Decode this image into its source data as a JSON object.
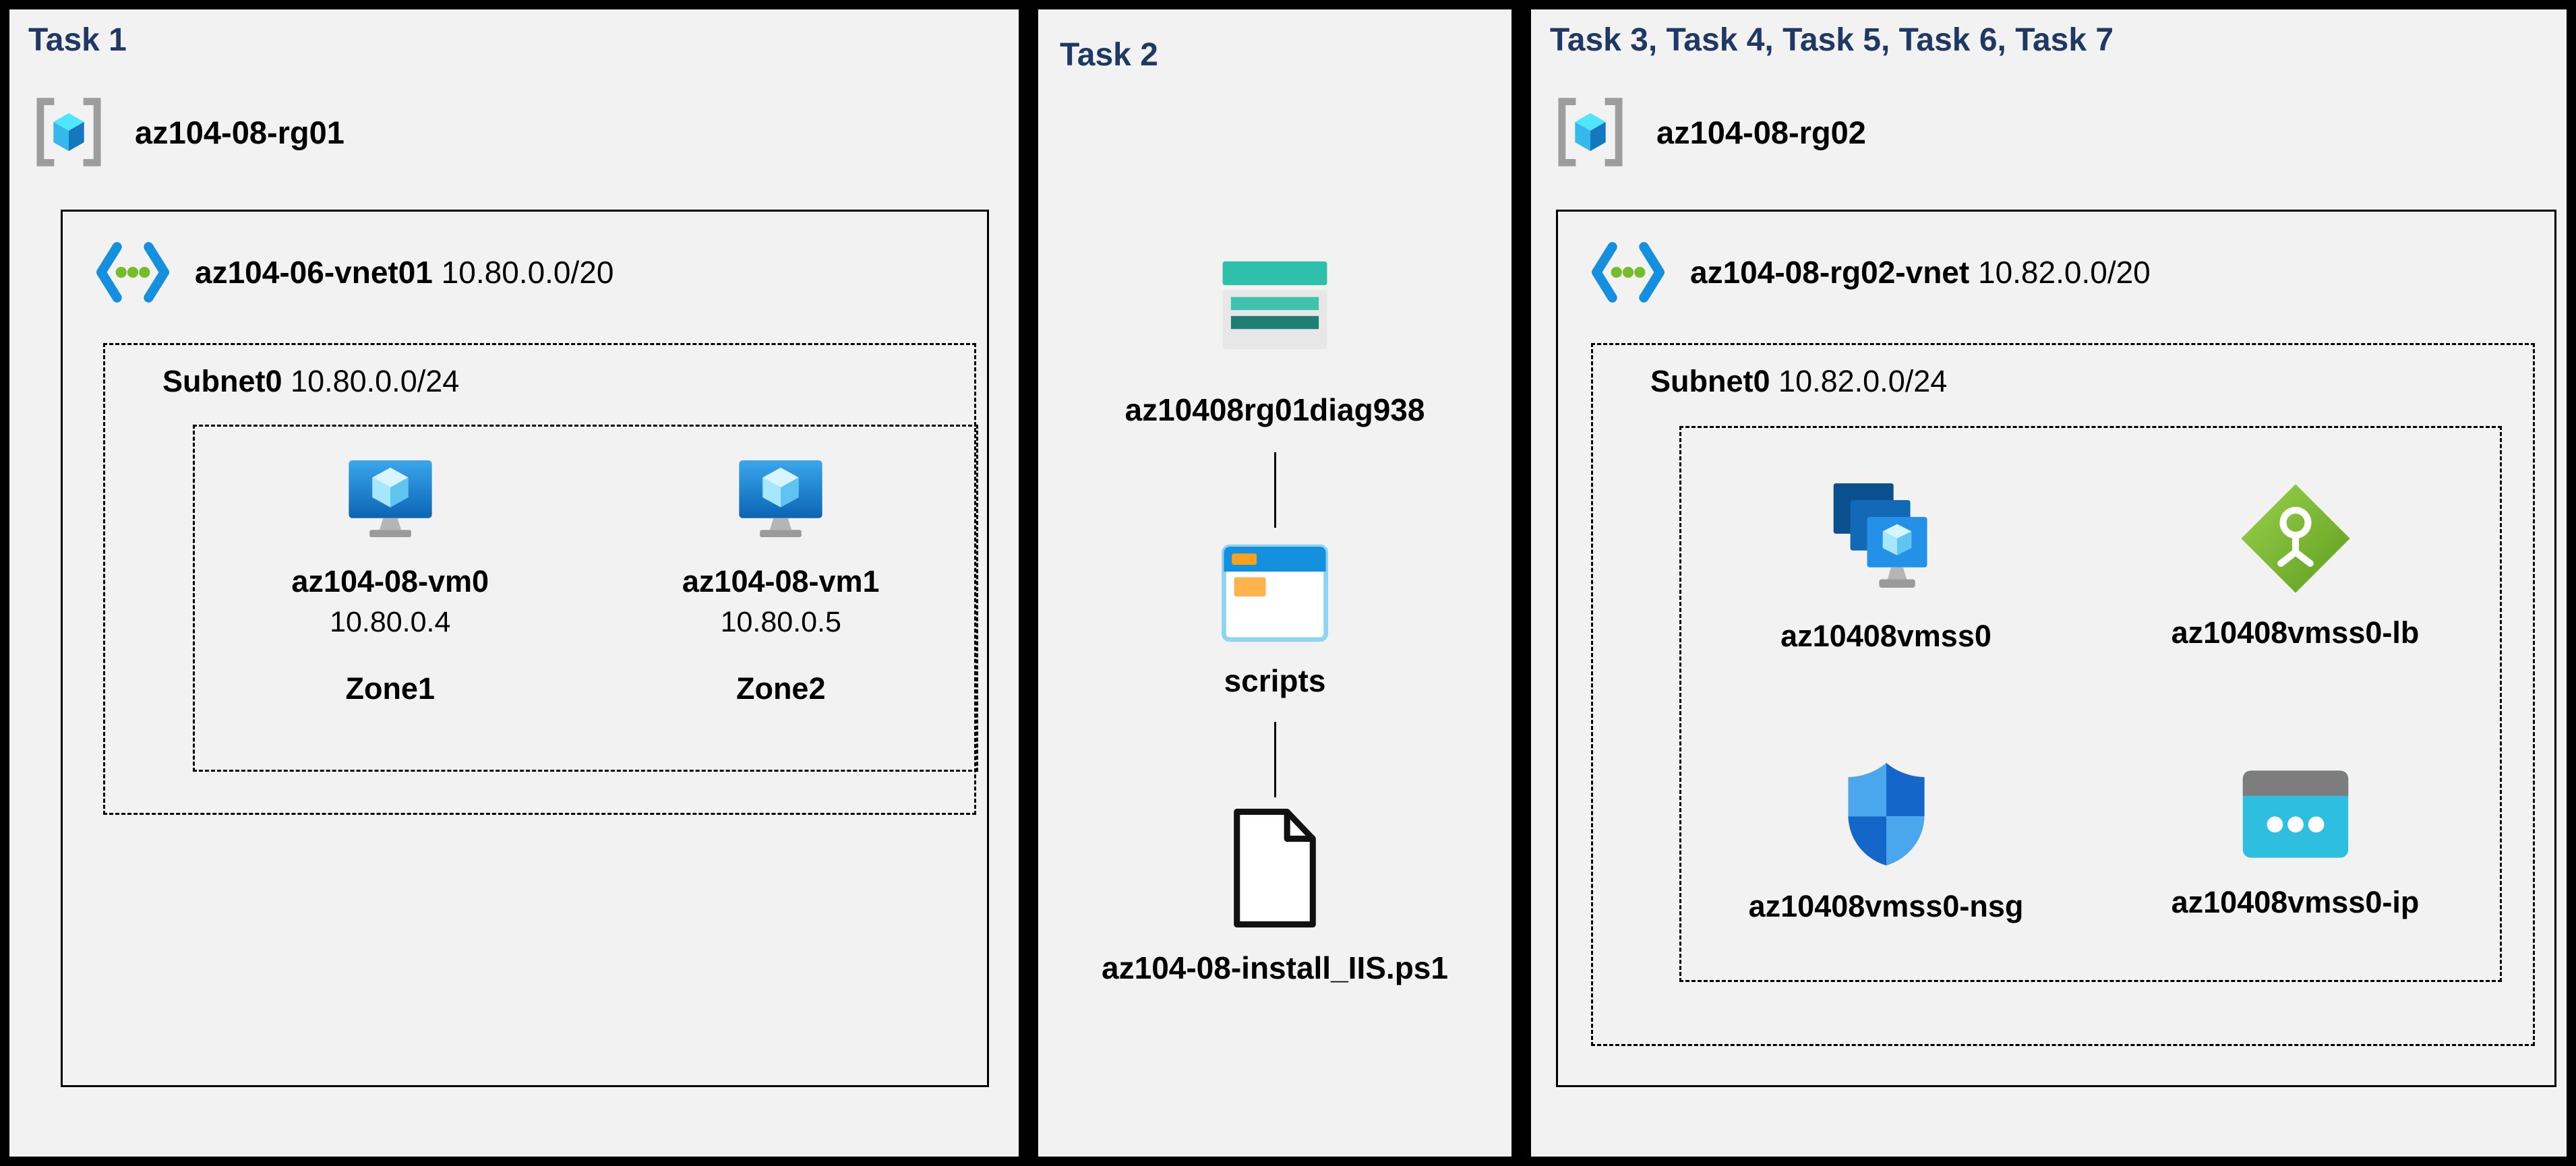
{
  "colors": {
    "background": "#000000",
    "panel_bg": "#f2f2f2",
    "title": "#1f3864",
    "azure_blue": "#1490df",
    "green": "#76bc2d",
    "teal": "#32c6b5"
  },
  "panel1": {
    "title": "Task 1",
    "resource_group": "az104-08-rg01",
    "vnet": {
      "name": "az104-06-vnet01",
      "cidr": "10.80.0.0/20"
    },
    "subnet": {
      "name": "Subnet0",
      "cidr": "10.80.0.0/24"
    },
    "vms": [
      {
        "name": "az104-08-vm0",
        "ip": "10.80.0.4",
        "zone": "Zone1"
      },
      {
        "name": "az104-08-vm1",
        "ip": "10.80.0.5",
        "zone": "Zone2"
      }
    ]
  },
  "panel2": {
    "title": "Task 2",
    "storage_account": "az10408rg01diag938",
    "container": "scripts",
    "file": "az104-08-install_IIS.ps1"
  },
  "panel3": {
    "title": "Task 3, Task 4, Task 5, Task 6, Task 7",
    "resource_group": "az104-08-rg02",
    "vnet": {
      "name": "az104-08-rg02-vnet",
      "cidr": "10.82.0.0/20"
    },
    "subnet": {
      "name": "Subnet0",
      "cidr": "10.82.0.0/24"
    },
    "resources": [
      {
        "name": "az10408vmss0",
        "icon": "vm-scale-set-icon"
      },
      {
        "name": "az10408vmss0-lb",
        "icon": "load-balancer-icon"
      },
      {
        "name": "az10408vmss0-nsg",
        "icon": "network-security-group-icon"
      },
      {
        "name": "az10408vmss0-ip",
        "icon": "public-ip-icon"
      }
    ]
  }
}
